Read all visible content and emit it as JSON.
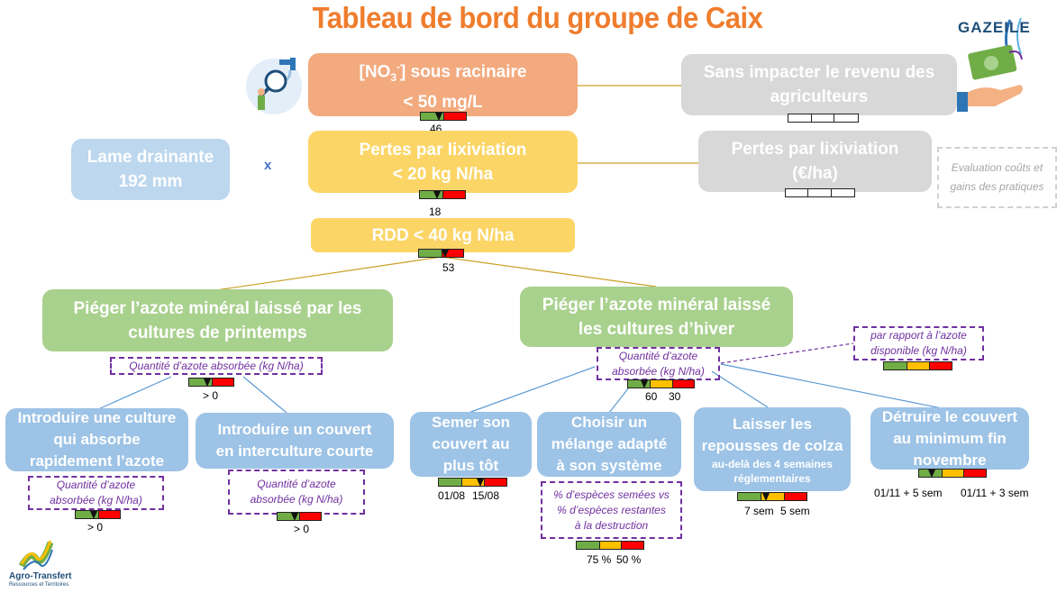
{
  "title": "Tableau de bord du groupe de Caix",
  "logos": {
    "gazeile": "GAZEILE",
    "agro_transfert": "Agro-Transfert",
    "agro_transfert_sub": "Ressources et Territoires"
  },
  "top": {
    "no3_line1_pre": "[NO",
    "no3_sub": "3",
    "no3_sup": "-",
    "no3_line1_post": "] sous racinaire",
    "no3_line2": "< 50 mg/L",
    "no3_value": "46",
    "revenu_line1": "Sans impacter le revenu des",
    "revenu_line2": "agriculteurs"
  },
  "middle": {
    "lame_line1": "Lame drainante",
    "lame_line2": "192 mm",
    "times": "x",
    "pertes_line1": "Pertes par lixiviation",
    "pertes_line2": "< 20 kg N/ha",
    "pertes_value": "18",
    "pertes_eur_line1": "Pertes par lixiviation",
    "pertes_eur_line2": "(€/ha)",
    "evaluation_line1": "Evaluation coûts et",
    "evaluation_line2": "gains des pratiques",
    "rdd": "RDD < 40 kg N/ha",
    "rdd_value": "53"
  },
  "branches": {
    "printemps_line1": "Piéger l’azote minéral laissé par les",
    "printemps_line2": "cultures de printemps",
    "printemps_indicator": "Quantité d’azote absorbée (kg N/ha)",
    "printemps_threshold": "> 0",
    "hiver_line1": "Piéger l’azote minéral laissé",
    "hiver_line2": "les cultures d’hiver",
    "hiver_indicator_line1": "Quantité d’azote",
    "hiver_indicator_line2": "absorbée (kg N/ha)",
    "hiver_threshold_1": "60",
    "hiver_threshold_2": "30",
    "rapport_line1": "par rapport à l’azote",
    "rapport_line2": "disponible (kg N/ha)"
  },
  "actions": {
    "a1_line1": "Introduire une culture",
    "a1_line2": "qui absorbe",
    "a1_line3": "rapidement l’azote",
    "a1_indicator_line1": "Quantité d’azote",
    "a1_indicator_line2": "absorbée (kg N/ha)",
    "a1_threshold": "> 0",
    "a2_line1": "Introduire un couvert",
    "a2_line2": "en interculture courte",
    "a2_indicator_line1": "Quantité d’azote",
    "a2_indicator_line2": "absorbée (kg N/ha)",
    "a2_threshold": "> 0",
    "a3_line1": "Semer son",
    "a3_line2": "couvert au",
    "a3_line3": "plus tôt",
    "a3_threshold_1": "01/08",
    "a3_threshold_2": "15/08",
    "a4_line1": "Choisir un",
    "a4_line2": "mélange adapté",
    "a4_line3": "à son système",
    "a4_indicator_line1": "% d’espèces semées vs",
    "a4_indicator_line2": "% d’espèces restantes",
    "a4_indicator_line3": "à la destruction",
    "a4_threshold_1": "75 %",
    "a4_threshold_2": "50 %",
    "a5_line1": "Laisser les",
    "a5_line2": "repousses de colza",
    "a5_small1": "au-delà des 4 semaines",
    "a5_small2": "réglementaires",
    "a5_threshold_1": "7 sem",
    "a5_threshold_2": "5 sem",
    "a6_line1": "Détruire le couvert",
    "a6_line2": "au minimum fin",
    "a6_line3": "novembre",
    "a6_threshold_1": "01/11 + 5 sem",
    "a6_threshold_2": "01/11 + 3 sem"
  },
  "colors": {
    "title": "#ef7d2d",
    "green": "#70ad47",
    "yellow": "#ffc000",
    "red": "#ff0000",
    "indicator": "#7030a0"
  }
}
